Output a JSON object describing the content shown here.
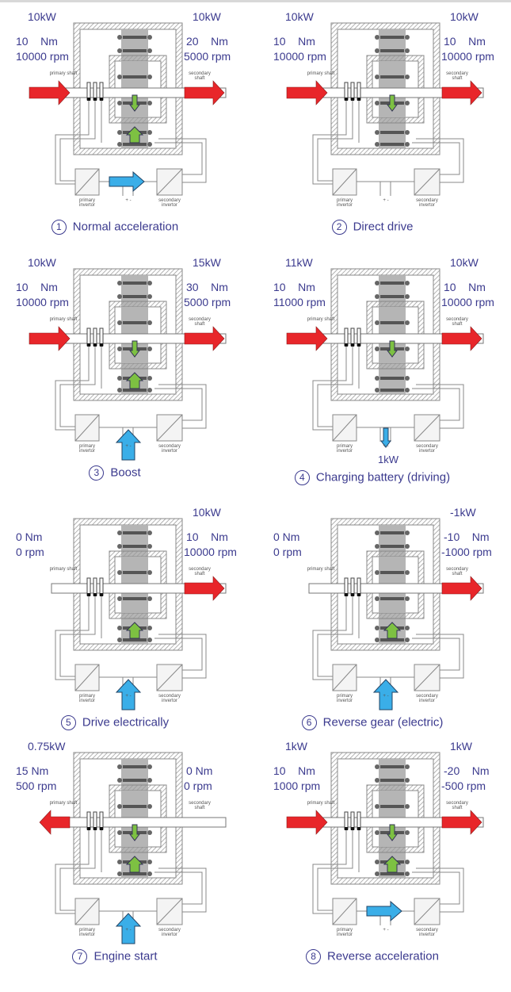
{
  "labels": {
    "primary_shaft": "primary shaft",
    "secondary_shaft": "secondary shaft",
    "primary_invertor": "primary invertor",
    "secondary_invertor": "secondary invertor",
    "plus_minus": "+ -"
  },
  "panels": [
    {
      "num": "1",
      "caption": "Normal acceleration",
      "left": {
        "kw": "10kW",
        "torque": "10    Nm",
        "rpm": "10000 rpm"
      },
      "right": {
        "kw": "10kW",
        "torque": "20    Nm",
        "rpm": "5000 rpm"
      },
      "bottom_kw": "",
      "flow": {
        "left_arrow": "in",
        "right_arrow": "out",
        "dc": "none",
        "inv_arrow": true,
        "green": "both"
      }
    },
    {
      "num": "2",
      "caption": "Direct drive",
      "left": {
        "kw": "10kW",
        "torque": "10    Nm",
        "rpm": "10000 rpm"
      },
      "right": {
        "kw": "10kW",
        "torque": "10    Nm",
        "rpm": "10000 rpm"
      },
      "bottom_kw": "",
      "flow": {
        "left_arrow": "in",
        "right_arrow": "out",
        "dc": "none",
        "inv_arrow": false,
        "green": "down"
      }
    },
    {
      "num": "3",
      "caption": "Boost",
      "left": {
        "kw": "10kW",
        "torque": "10    Nm",
        "rpm": "10000 rpm"
      },
      "right": {
        "kw": "15kW",
        "torque": "30    Nm",
        "rpm": "5000 rpm"
      },
      "bottom_kw": "",
      "flow": {
        "left_arrow": "in",
        "right_arrow": "out",
        "dc": "up",
        "inv_arrow": false,
        "green": "both"
      }
    },
    {
      "num": "4",
      "caption": "Charging battery (driving)",
      "left": {
        "kw": "11kW",
        "torque": "10    Nm",
        "rpm": "11000 rpm"
      },
      "right": {
        "kw": "10kW",
        "torque": "10    Nm",
        "rpm": "10000 rpm"
      },
      "bottom_kw": "1kW",
      "flow": {
        "left_arrow": "in",
        "right_arrow": "out",
        "dc": "down",
        "inv_arrow": false,
        "green": "down"
      }
    },
    {
      "num": "5",
      "caption": "Drive electrically",
      "left": {
        "kw": "",
        "torque": "0 Nm",
        "rpm": "0 rpm"
      },
      "right": {
        "kw": "10kW",
        "torque": "10    Nm",
        "rpm": "10000 rpm"
      },
      "bottom_kw": "",
      "flow": {
        "left_arrow": "none",
        "right_arrow": "out",
        "dc": "up",
        "inv_arrow": false,
        "green": "up"
      }
    },
    {
      "num": "6",
      "caption": "Reverse gear (electric)",
      "left": {
        "kw": "",
        "torque": "0 Nm",
        "rpm": "0 rpm"
      },
      "right": {
        "kw": "-1kW",
        "torque": "-10    Nm",
        "rpm": "-1000 rpm"
      },
      "bottom_kw": "",
      "flow": {
        "left_arrow": "none",
        "right_arrow": "out",
        "dc": "up",
        "inv_arrow": false,
        "green": "up"
      }
    },
    {
      "num": "7",
      "caption": "Engine start",
      "left": {
        "kw": "0.75kW",
        "torque": "15 Nm",
        "rpm": "500 rpm"
      },
      "right": {
        "kw": "",
        "torque": "0 Nm",
        "rpm": "0 rpm"
      },
      "bottom_kw": "",
      "flow": {
        "left_arrow": "out",
        "right_arrow": "none",
        "dc": "up",
        "inv_arrow": false,
        "green": "both"
      }
    },
    {
      "num": "8",
      "caption": "Reverse acceleration",
      "left": {
        "kw": "1kW",
        "torque": "10    Nm",
        "rpm": "1000 rpm"
      },
      "right": {
        "kw": "1kW",
        "torque": "-20    Nm",
        "rpm": "-500 rpm"
      },
      "bottom_kw": "",
      "flow": {
        "left_arrow": "in",
        "right_arrow": "out",
        "dc": "none",
        "inv_arrow": true,
        "green": "both"
      }
    }
  ],
  "colors": {
    "text": "#3b3a8e",
    "red": "#e8262a",
    "blue": "#3aaee8",
    "green": "#7dc142",
    "gray": "#b5b5b5"
  }
}
